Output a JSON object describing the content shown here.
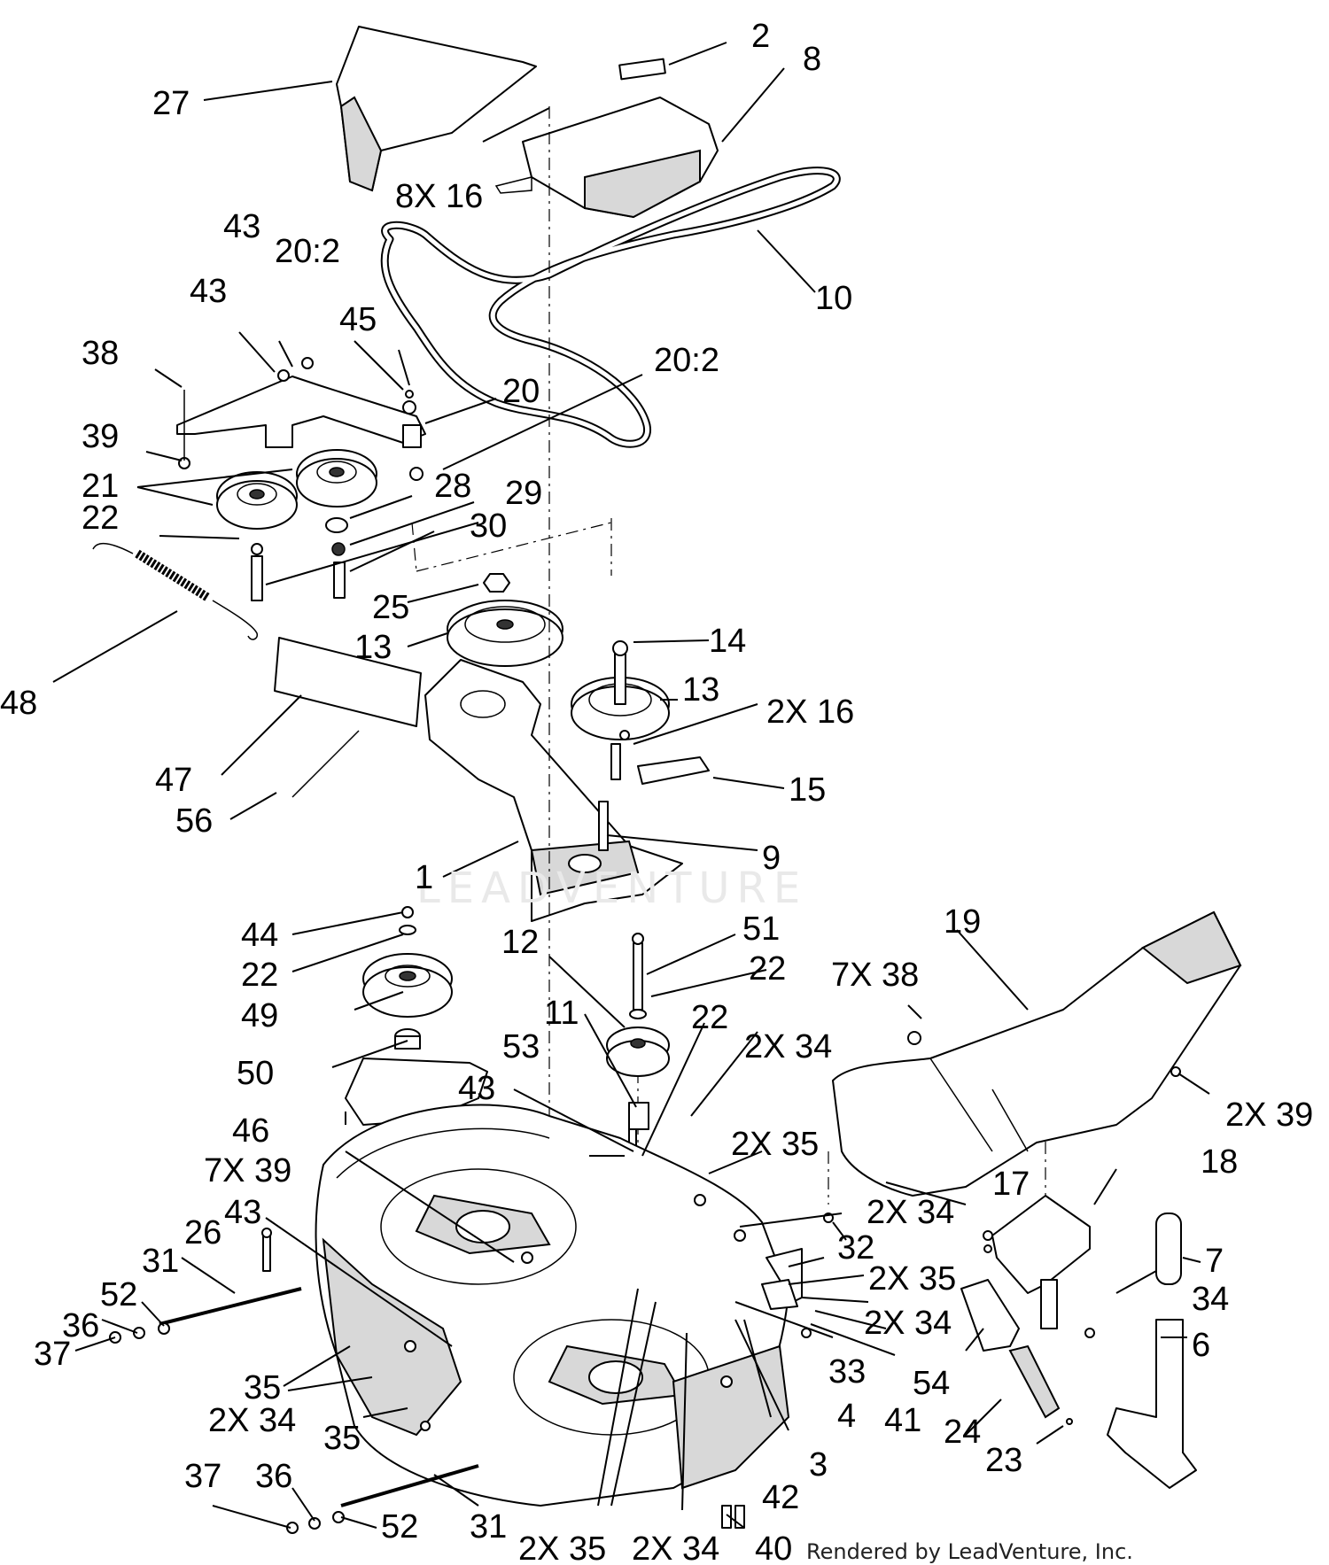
{
  "callouts": [
    {
      "id": "c-2",
      "text": "2"
    },
    {
      "id": "c-8",
      "text": "8"
    },
    {
      "id": "c-27",
      "text": "27"
    },
    {
      "id": "c-8x16",
      "text": "8X 16"
    },
    {
      "id": "c-10",
      "text": "10"
    },
    {
      "id": "c-43a",
      "text": "43"
    },
    {
      "id": "c-43b",
      "text": "43"
    },
    {
      "id": "c-20-2a",
      "text": "20:2"
    },
    {
      "id": "c-45",
      "text": "45"
    },
    {
      "id": "c-38",
      "text": "38"
    },
    {
      "id": "c-20-2b",
      "text": "20:2"
    },
    {
      "id": "c-20",
      "text": "20"
    },
    {
      "id": "c-39",
      "text": "39"
    },
    {
      "id": "c-21",
      "text": "21"
    },
    {
      "id": "c-28",
      "text": "28"
    },
    {
      "id": "c-29",
      "text": "29"
    },
    {
      "id": "c-22a",
      "text": "22"
    },
    {
      "id": "c-30",
      "text": "30"
    },
    {
      "id": "c-25",
      "text": "25"
    },
    {
      "id": "c-13a",
      "text": "13"
    },
    {
      "id": "c-14",
      "text": "14"
    },
    {
      "id": "c-48",
      "text": "48"
    },
    {
      "id": "c-13b",
      "text": "13"
    },
    {
      "id": "c-2x16",
      "text": "2X 16"
    },
    {
      "id": "c-47",
      "text": "47"
    },
    {
      "id": "c-15",
      "text": "15"
    },
    {
      "id": "c-56",
      "text": "56"
    },
    {
      "id": "c-9",
      "text": "9"
    },
    {
      "id": "c-1",
      "text": "1"
    },
    {
      "id": "c-19",
      "text": "19"
    },
    {
      "id": "c-44",
      "text": "44"
    },
    {
      "id": "c-51",
      "text": "51"
    },
    {
      "id": "c-12",
      "text": "12"
    },
    {
      "id": "c-22b",
      "text": "22"
    },
    {
      "id": "c-7x38",
      "text": "7X 38"
    },
    {
      "id": "c-22c",
      "text": "22"
    },
    {
      "id": "c-49",
      "text": "49"
    },
    {
      "id": "c-11",
      "text": "11"
    },
    {
      "id": "c-22d",
      "text": "22"
    },
    {
      "id": "c-2x34a",
      "text": "2X 34"
    },
    {
      "id": "c-50",
      "text": "50"
    },
    {
      "id": "c-53",
      "text": "53"
    },
    {
      "id": "c-43c",
      "text": "43"
    },
    {
      "id": "c-46",
      "text": "46"
    },
    {
      "id": "c-2x39",
      "text": "2X 39"
    },
    {
      "id": "c-2x35a",
      "text": "2X 35"
    },
    {
      "id": "c-7x39",
      "text": "7X 39"
    },
    {
      "id": "c-18",
      "text": "18"
    },
    {
      "id": "c-2x34b",
      "text": "2X 34"
    },
    {
      "id": "c-17",
      "text": "17"
    },
    {
      "id": "c-26",
      "text": "26"
    },
    {
      "id": "c-43d",
      "text": "43"
    },
    {
      "id": "c-32",
      "text": "32"
    },
    {
      "id": "c-7",
      "text": "7"
    },
    {
      "id": "c-31a",
      "text": "31"
    },
    {
      "id": "c-2x35b",
      "text": "2X 35"
    },
    {
      "id": "c-52a",
      "text": "52"
    },
    {
      "id": "c-34",
      "text": "34"
    },
    {
      "id": "c-36a",
      "text": "36"
    },
    {
      "id": "c-2x34c",
      "text": "2X 34"
    },
    {
      "id": "c-37a",
      "text": "37"
    },
    {
      "id": "c-6",
      "text": "6"
    },
    {
      "id": "c-33",
      "text": "33"
    },
    {
      "id": "c-35a",
      "text": "35"
    },
    {
      "id": "c-54",
      "text": "54"
    },
    {
      "id": "c-2x34d",
      "text": "2X 34"
    },
    {
      "id": "c-4",
      "text": "4"
    },
    {
      "id": "c-41",
      "text": "41"
    },
    {
      "id": "c-35b",
      "text": "35"
    },
    {
      "id": "c-24",
      "text": "24"
    },
    {
      "id": "c-23",
      "text": "23"
    },
    {
      "id": "c-3",
      "text": "3"
    },
    {
      "id": "c-37b",
      "text": "37"
    },
    {
      "id": "c-36b",
      "text": "36"
    },
    {
      "id": "c-42",
      "text": "42"
    },
    {
      "id": "c-52b",
      "text": "52"
    },
    {
      "id": "c-31b",
      "text": "31"
    },
    {
      "id": "c-2x35c",
      "text": "2X 35"
    },
    {
      "id": "c-2x34e",
      "text": "2X 34"
    },
    {
      "id": "c-40",
      "text": "40"
    }
  ],
  "watermark": "LEADVENTURE",
  "credit": "Rendered by LeadVenture, Inc."
}
